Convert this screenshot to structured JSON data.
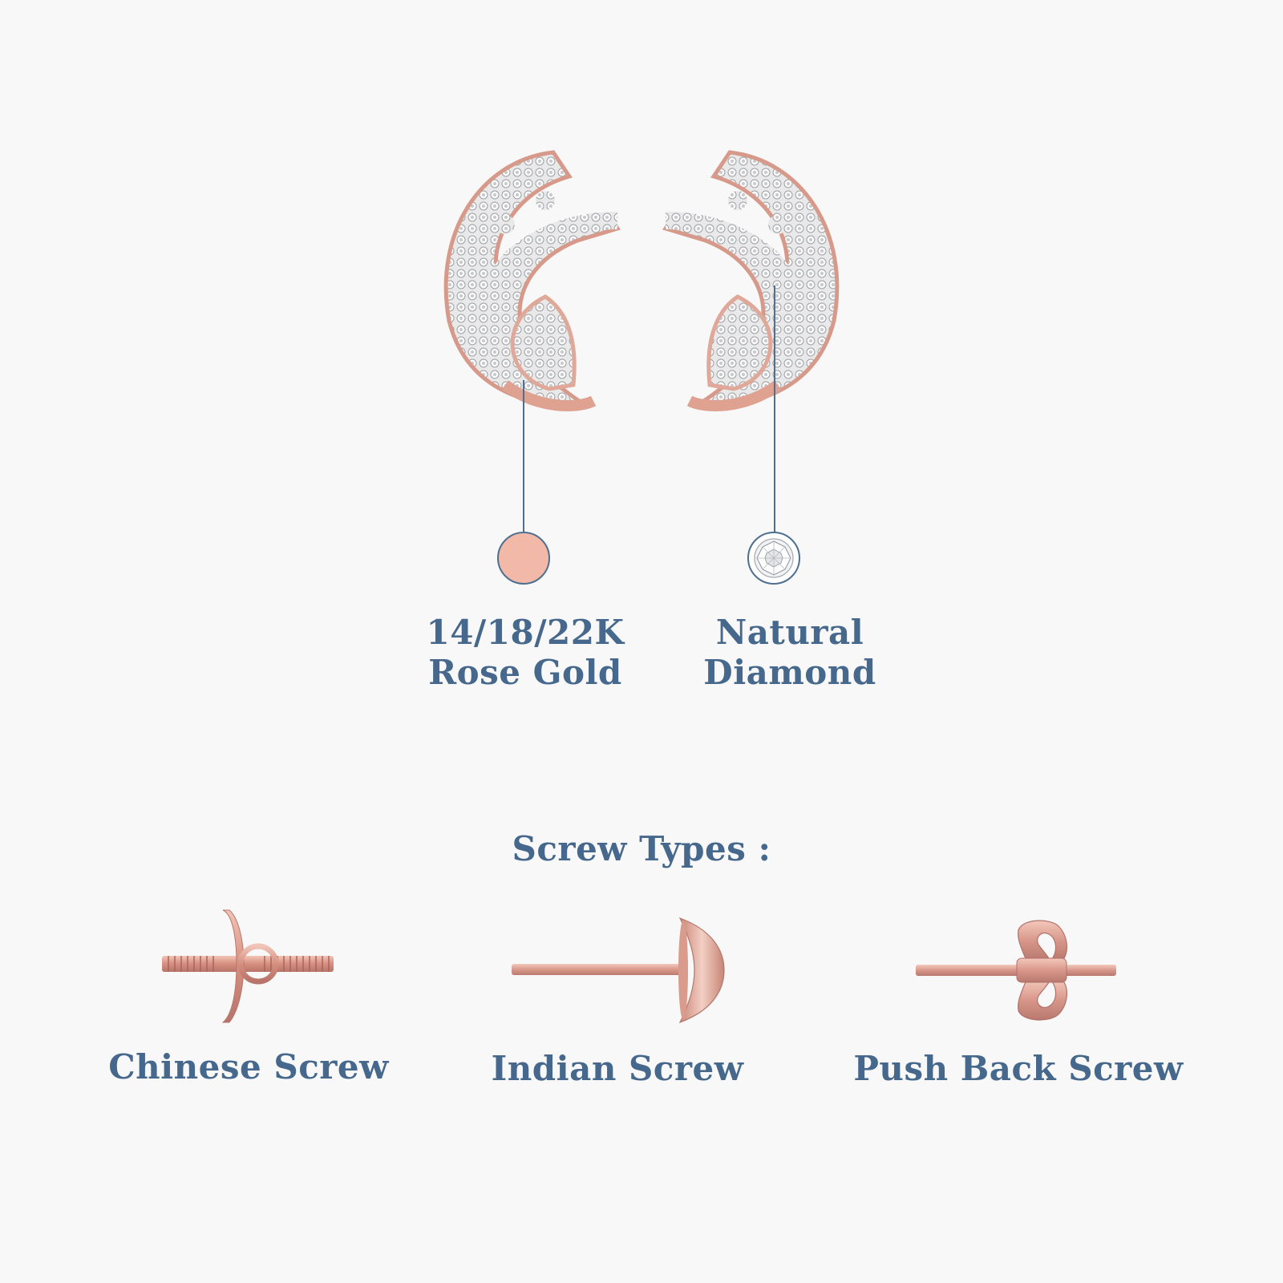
{
  "metal": {
    "line1": "14/18/22K",
    "line2": "Rose Gold",
    "color": "#f3b9a8"
  },
  "stone": {
    "line1": "Natural",
    "line2": "Diamond"
  },
  "screw_section": {
    "title": "Screw Types :",
    "items": [
      {
        "label": "Chinese Screw",
        "icon": "chinese-screw-icon"
      },
      {
        "label": "Indian Screw",
        "icon": "indian-screw-icon"
      },
      {
        "label": "Push Back Screw",
        "icon": "push-back-screw-icon"
      }
    ]
  },
  "colors": {
    "text": "#46688c",
    "rose_gold": "#d9978a",
    "background": "#f8f8f8"
  }
}
